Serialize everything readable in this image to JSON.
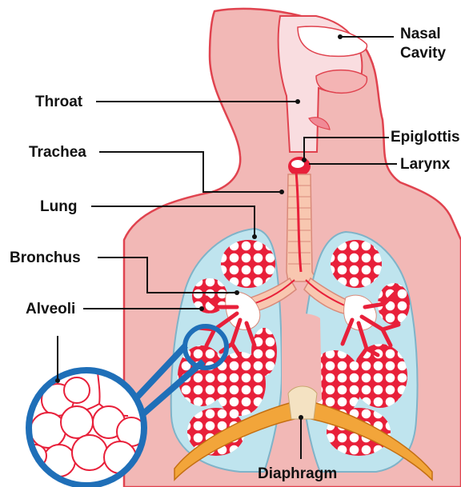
{
  "labels": {
    "nasal_line1": "Nasal",
    "nasal_line2": "Cavity",
    "throat": "Throat",
    "epiglottis": "Epiglottis",
    "trachea": "Trachea",
    "larynx": "Larynx",
    "lung": "Lung",
    "bronchus": "Bronchus",
    "alveoli": "Alveoli",
    "diaphragm": "Diaphragm"
  },
  "colors": {
    "skin": "#f2b8b6",
    "skin_outline": "#e0434f",
    "lung_fill": "#bfe4ee",
    "lung_outline": "#7fb3c8",
    "alveoli_red": "#e8203a",
    "airway": "#f8c7b0",
    "throat_cavity": "#f9dde0",
    "diaphragm": "#f2a53a",
    "magnifier": "#1f6fb8",
    "leader_line": "#111111"
  }
}
